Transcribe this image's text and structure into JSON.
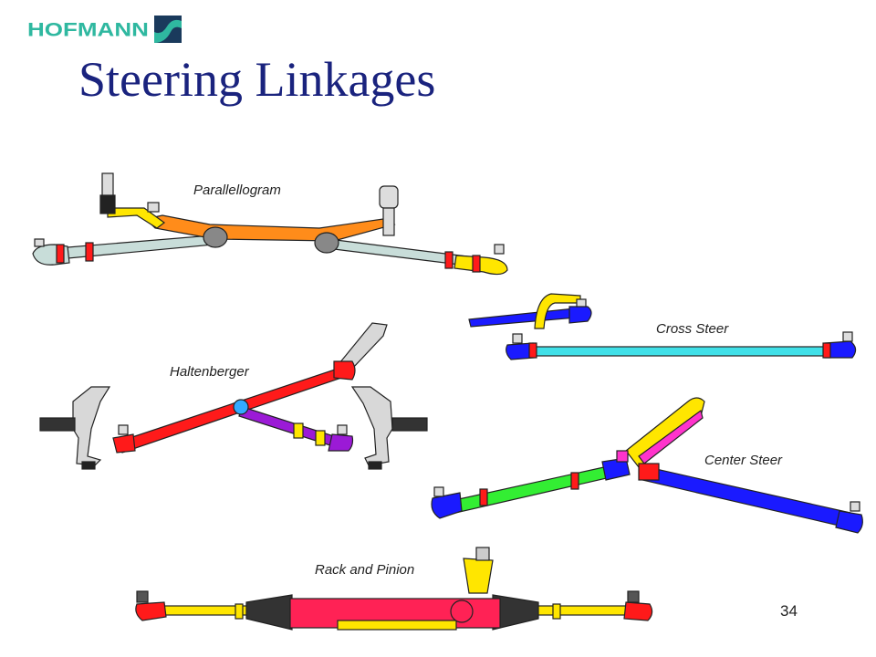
{
  "logo": {
    "brand": "HOFMANN",
    "color": "#2fb8a0",
    "mark_color": "#1a3a5c"
  },
  "slide": {
    "title": "Steering Linkages",
    "page_number": "34",
    "title_color": "#1a237e"
  },
  "diagrams": {
    "parallelogram": {
      "caption": "Parallellogram"
    },
    "cross_steer": {
      "caption": "Cross Steer"
    },
    "haltenberger": {
      "caption": "Haltenberger"
    },
    "center_steer": {
      "caption": "Center Steer"
    },
    "rack_and_pinion": {
      "caption": "Rack and Pinion"
    }
  },
  "colors": {
    "tie_rod_light": "#c8ddd9",
    "center_link_orange": "#ff8c1a",
    "yellow": "#ffe600",
    "red": "#ff1a1a",
    "blue": "#1a1aff",
    "cyan": "#40e0e8",
    "purple": "#9b1ad6",
    "green": "#33ee33",
    "magenta": "#ff33cc",
    "rack_red": "#ff2255",
    "grey_part": "#d8d8d8"
  }
}
